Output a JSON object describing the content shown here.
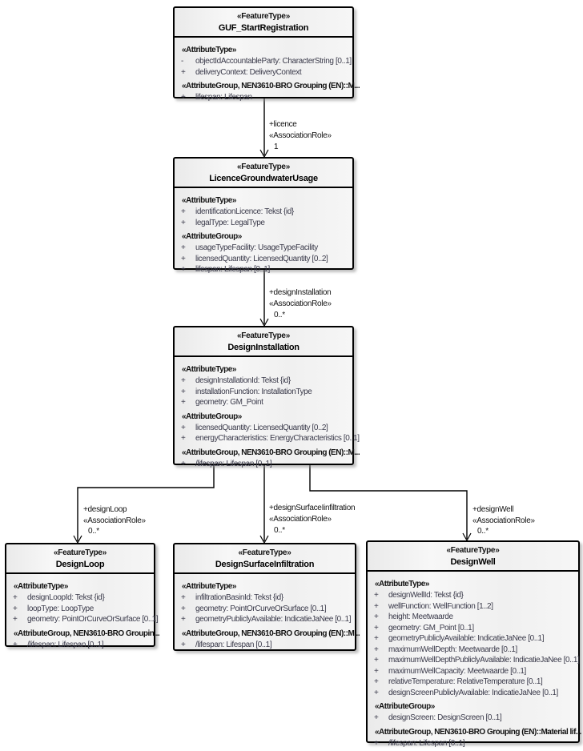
{
  "diagram": {
    "colors": {
      "box_border": "#000000",
      "box_fill_dark": "#eaeaea",
      "box_fill_light": "#f7f7f7",
      "attribute_text": "#3a3a4a",
      "connector": "#000000"
    },
    "classes": [
      {
        "stereotype": "«FeatureType»",
        "name": "GUF_StartRegistration",
        "rows": [
          {
            "kind": "header",
            "text": "«AttributeType»"
          },
          {
            "kind": "attr",
            "vis": "-",
            "text": "objectIdAccountableParty: CharacterString [0..1]"
          },
          {
            "kind": "attr",
            "vis": "+",
            "text": "deliveryContext: DeliveryContext"
          },
          {
            "kind": "header",
            "text": "«AttributeGroup, NEN3610-BRO Grouping (EN)::M..."
          },
          {
            "kind": "attr",
            "vis": "+",
            "text": "lifespan: Lifespan"
          }
        ]
      },
      {
        "stereotype": "«FeatureType»",
        "name": "LicenceGroundwaterUsage",
        "rows": [
          {
            "kind": "header",
            "text": "«AttributeType»"
          },
          {
            "kind": "attr",
            "vis": "+",
            "text": "identificationLicence: Tekst {id}"
          },
          {
            "kind": "attr",
            "vis": "+",
            "text": "legalType: LegalType"
          },
          {
            "kind": "header",
            "text": "«AttributeGroup»"
          },
          {
            "kind": "attr",
            "vis": "+",
            "text": "usageTypeFacility: UsageTypeFacility"
          },
          {
            "kind": "attr",
            "vis": "+",
            "text": "licensedQuantity: LicensedQuantity [0..2]"
          },
          {
            "kind": "attr",
            "vis": "+",
            "text": "lifespan: Lifespan [0..1]"
          }
        ]
      },
      {
        "stereotype": "«FeatureType»",
        "name": "DesignInstallation",
        "rows": [
          {
            "kind": "header",
            "text": "«AttributeType»"
          },
          {
            "kind": "attr",
            "vis": "+",
            "text": "designInstallationId: Tekst {id}"
          },
          {
            "kind": "attr",
            "vis": "+",
            "text": "installationFunction: InstallationType"
          },
          {
            "kind": "attr",
            "vis": "+",
            "text": "geometry: GM_Point"
          },
          {
            "kind": "header",
            "text": "«AttributeGroup»"
          },
          {
            "kind": "attr",
            "vis": "+",
            "text": "licensedQuantity: LicensedQuantity [0..2]"
          },
          {
            "kind": "attr",
            "vis": "+",
            "text": "energyCharacteristics: EnergyCharacteristics [0..1]"
          },
          {
            "kind": "header",
            "text": "«AttributeGroup, NEN3610-BRO Grouping (EN)::M..."
          },
          {
            "kind": "attr",
            "vis": "+",
            "text": "/lifespan: Lifespan [0..1]"
          }
        ]
      },
      {
        "stereotype": "«FeatureType»",
        "name": "DesignLoop",
        "rows": [
          {
            "kind": "header",
            "text": "«AttributeType»"
          },
          {
            "kind": "attr",
            "vis": "+",
            "text": "designLoopId: Tekst {id}"
          },
          {
            "kind": "attr",
            "vis": "+",
            "text": "loopType: LoopType"
          },
          {
            "kind": "attr",
            "vis": "+",
            "text": "geometry: PointOrCurveOrSurface [0..1]"
          },
          {
            "kind": "header",
            "text": "«AttributeGroup, NEN3610-BRO Groupin..."
          },
          {
            "kind": "attr",
            "vis": "+",
            "text": "/lifespan: Lifespan [0..1]"
          }
        ]
      },
      {
        "stereotype": "«FeatureType»",
        "name": "DesignSurfaceInfiltration",
        "rows": [
          {
            "kind": "header",
            "text": "«AttributeType»"
          },
          {
            "kind": "attr",
            "vis": "+",
            "text": "infiltrationBasinId: Tekst {id}"
          },
          {
            "kind": "attr",
            "vis": "+",
            "text": "geometry: PointOrCurveOrSurface [0..1]"
          },
          {
            "kind": "attr",
            "vis": "+",
            "text": "geometryPubliclyAvailable: IndicatieJaNee [0..1]"
          },
          {
            "kind": "header",
            "text": "«AttributeGroup, NEN3610-BRO Grouping (EN)::M..."
          },
          {
            "kind": "attr",
            "vis": "+",
            "text": "/lifespan: Lifespan [0..1]"
          }
        ]
      },
      {
        "stereotype": "«FeatureType»",
        "name": "DesignWell",
        "rows": [
          {
            "kind": "header",
            "text": "«AttributeType»"
          },
          {
            "kind": "attr",
            "vis": "+",
            "text": "designWellId: Tekst {id}"
          },
          {
            "kind": "attr",
            "vis": "+",
            "text": "wellFunction: WellFunction [1..2]"
          },
          {
            "kind": "attr",
            "vis": "+",
            "text": "height: Meetwaarde"
          },
          {
            "kind": "attr",
            "vis": "+",
            "text": "geometry: GM_Point [0..1]"
          },
          {
            "kind": "attr",
            "vis": "+",
            "text": "geometryPubliclyAvailable: IndicatieJaNee [0..1]"
          },
          {
            "kind": "attr",
            "vis": "+",
            "text": "maximumWellDepth: Meetwaarde [0..1]"
          },
          {
            "kind": "attr",
            "vis": "+",
            "text": "maximumWellDepthPubliclyAvailable: IndicatieJaNee [0..1]"
          },
          {
            "kind": "attr",
            "vis": "+",
            "text": "maximumWellCapacity: Meetwaarde [0..1]"
          },
          {
            "kind": "attr",
            "vis": "+",
            "text": "relativeTemperature: RelativeTemperature [0..1]"
          },
          {
            "kind": "attr",
            "vis": "+",
            "text": "designScreenPubliclyAvailable: IndicatieJaNee [0..1]"
          },
          {
            "kind": "header",
            "text": "«AttributeGroup»"
          },
          {
            "kind": "attr",
            "vis": "+",
            "text": "designScreen: DesignScreen [0..1]"
          },
          {
            "kind": "header",
            "text": "«AttributeGroup, NEN3610-BRO Grouping (EN)::Material lif..."
          },
          {
            "kind": "attr",
            "vis": "+",
            "text": "/lifespan: Lifespan [0..1]"
          }
        ]
      }
    ],
    "associations": [
      {
        "role": "+licence",
        "stereotype": "«AssociationRole»",
        "multiplicity": "1"
      },
      {
        "role": "+designInstallation",
        "stereotype": "«AssociationRole»",
        "multiplicity": "0..*"
      },
      {
        "role": "+designLoop",
        "stereotype": "«AssociationRole»",
        "multiplicity": "0..*"
      },
      {
        "role": "+designSurfaceIinfiltration",
        "stereotype": "«AssociationRole»",
        "multiplicity": "0..*"
      },
      {
        "role": "+designWell",
        "stereotype": "«AssociationRole»",
        "multiplicity": "0..*"
      }
    ]
  }
}
